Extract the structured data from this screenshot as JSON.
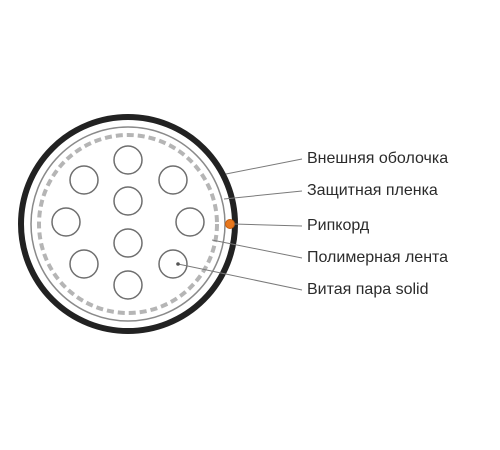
{
  "labels": {
    "outer_sheath": "Внешняя оболочка",
    "protective_film": "Защитная пленка",
    "ripcord": "Рипкорд",
    "polymer_tape": "Полимерная лента",
    "twisted_pair": "Витая пара solid"
  },
  "colors": {
    "sheath": "#222222",
    "film": "#8a8a8a",
    "tape_dash": "#b5b5b5",
    "conductor_fill": "#ffffff",
    "conductor_stroke": "#6e6e6e",
    "ripcord": "#e8781e",
    "leader": "#7a7a7a",
    "text": "#2b2b2b"
  },
  "counts": {
    "twisted_pairs": 10
  }
}
